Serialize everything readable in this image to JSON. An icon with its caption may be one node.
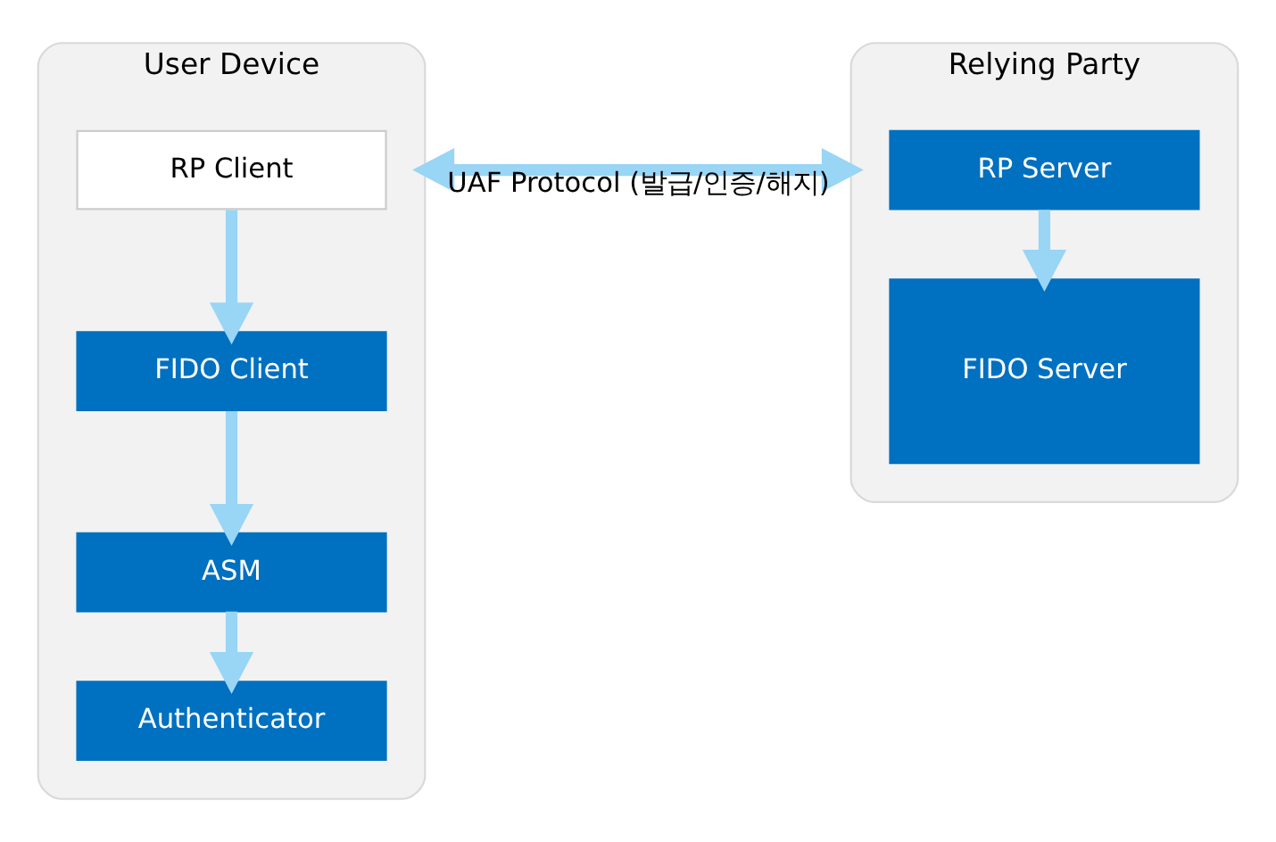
{
  "diagram": {
    "nodes": [
      {
        "text": [
          "User Device"
        ]
      },
      {
        "text": [
          "RP Client"
        ],
        "in": 0
      },
      {
        "text": [
          "FIDO Client"
        ],
        "in": 0
      },
      {
        "text": [
          "ASM"
        ],
        "in": 0
      },
      {
        "text": [
          "Authenticator"
        ],
        "in": 0
      },
      {
        "text": [
          "Relying Party"
        ]
      },
      {
        "text": [
          "RP Server"
        ],
        "in": 5
      },
      {
        "text": [
          "FIDO Server"
        ],
        "in": 5
      }
    ],
    "edges": [
      {
        "from": 1,
        "to": 2,
        "arrow": "to"
      },
      {
        "from": 2,
        "to": 3,
        "arrow": "to"
      },
      {
        "from": 3,
        "to": 4,
        "arrow": "to"
      },
      {
        "from": 0,
        "to": 5,
        "arrow": "both",
        "label": "UAF Protocol (발급/인증/해지)"
      },
      {
        "from": 6,
        "to": 7,
        "arrow": "to"
      }
    ]
  }
}
